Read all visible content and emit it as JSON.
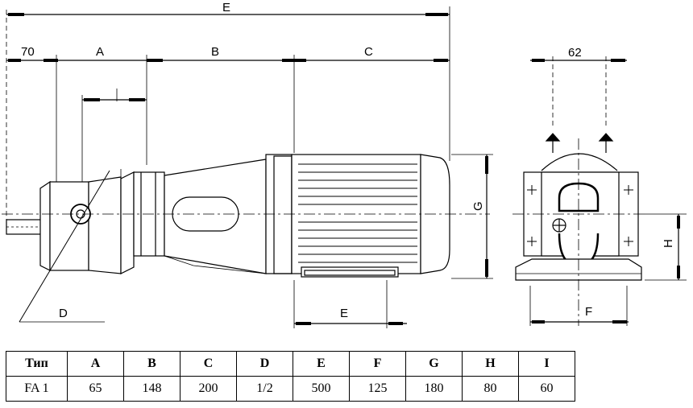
{
  "drawing": {
    "side_view_labels": {
      "E": "E",
      "n70": "70",
      "A": "A",
      "B": "B",
      "C": "C",
      "D": "D",
      "E_foot": "E",
      "G": "G"
    },
    "end_view_labels": {
      "n62": "62",
      "F": "F",
      "H": "H"
    }
  },
  "table": {
    "headers": [
      "Тип",
      "A",
      "B",
      "C",
      "D",
      "E",
      "F",
      "G",
      "H",
      "I"
    ],
    "rows": [
      [
        "FA 1",
        "65",
        "148",
        "200",
        "1/2",
        "500",
        "125",
        "180",
        "80",
        "60"
      ]
    ]
  }
}
